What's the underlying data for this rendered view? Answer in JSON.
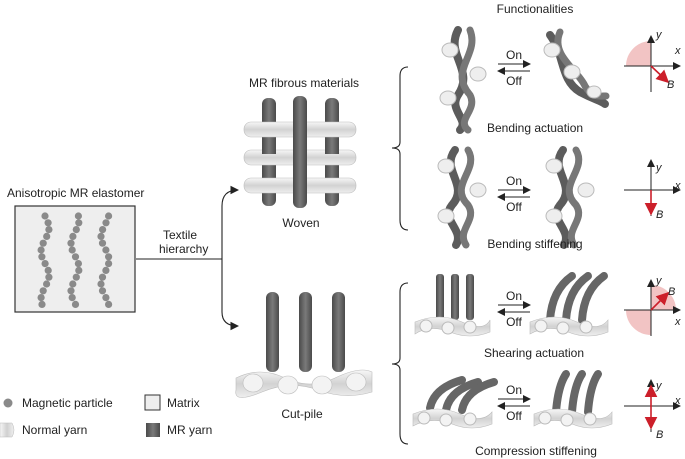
{
  "title_functionalities": "Functionalities",
  "left": {
    "elastomer_label": "Anisotropic MR elastomer",
    "hierarchy_label_line1": "Textile",
    "hierarchy_label_line2": "hierarchy"
  },
  "middle": {
    "fibrous_label": "MR fibrous materials",
    "woven_label": "Woven",
    "cutpile_label": "Cut-pile"
  },
  "switch": {
    "on": "On",
    "off": "Off"
  },
  "functions": [
    {
      "name": "Bending actuation"
    },
    {
      "name": "Bending stiffening"
    },
    {
      "name": "Shearing actuation"
    },
    {
      "name": "Compression stiffening"
    }
  ],
  "axes": {
    "x": "x",
    "y": "y",
    "b": "B"
  },
  "legend": {
    "magnetic_particle": "Magnetic particle",
    "matrix": "Matrix",
    "normal_yarn": "Normal yarn",
    "mr_yarn": "MR yarn"
  },
  "colors": {
    "mr_yarn": "#5f5f5f",
    "normal_yarn": "#dcdcdc",
    "field_arrow": "#cc1f2a",
    "field_sector": "#f2c4c4",
    "matrix_fill": "#eeeeee"
  }
}
